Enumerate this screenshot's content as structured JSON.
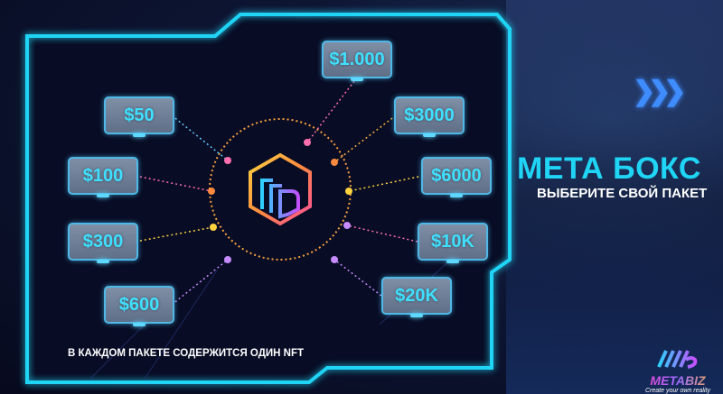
{
  "headline": {
    "title": "МЕТА БОКС",
    "subtitle": "ВЫБЕРИТЕ СВОЙ ПАКЕТ"
  },
  "note": "В КАЖДОМ ПАКЕТЕ СОДЕРЖИТСЯ ОДИН NFT",
  "packages_left": [
    "$50",
    "$100",
    "$300",
    "$600"
  ],
  "packages_right": [
    "$1.000",
    "$3000",
    "$6000",
    "$10K",
    "$20K"
  ],
  "brand": {
    "name": "METABIZ",
    "tagline": "Create your own reality"
  },
  "colors": {
    "frame": "#1fd4f4",
    "accent": "#3fe0ff",
    "arrows": "#3f8cff"
  },
  "icons": {
    "center": "mb-hexagon-logo",
    "arrows": "triple-chevron-right"
  }
}
